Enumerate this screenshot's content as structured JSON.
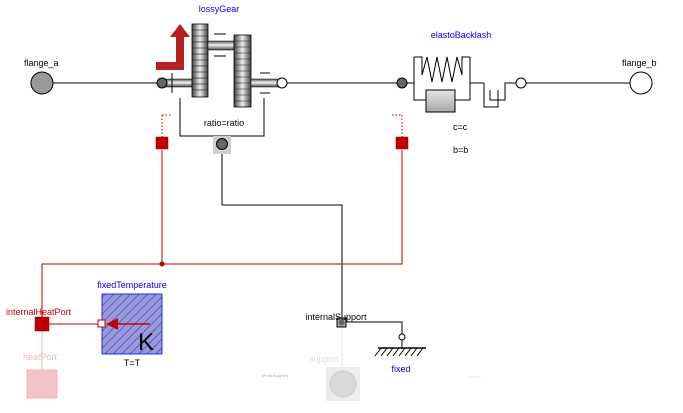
{
  "components": {
    "lossy_gear": {
      "name": "lossyGear",
      "parameter": "ratio=ratio"
    },
    "elasto_backlash": {
      "name": "elastoBacklash",
      "parameter_c": "c=c",
      "parameter_b": "b=b"
    },
    "fixed_temperature": {
      "name": "fixedTemperature",
      "parameter": "T=T",
      "unit_symbol": "K"
    },
    "fixed": {
      "name": "fixed"
    }
  },
  "ports": {
    "flange_a": "flange_a",
    "flange_b": "flange_b",
    "internal_heat_port": "internalHeatPort",
    "heat_port": "heatPort",
    "internal_support": "internalSupport",
    "support": "support",
    "support_condition": "(if useSupport)"
  },
  "colors": {
    "component_name": "#0000ff",
    "mechanical_line": "#000000",
    "heat_line": "#c00000",
    "heat_port": "#c00000",
    "heat_arrow": "#b22222",
    "temperature_fill": "#9999dd",
    "disabled_port": "#f0b8b8",
    "disabled_support": "#d8d8d8"
  }
}
